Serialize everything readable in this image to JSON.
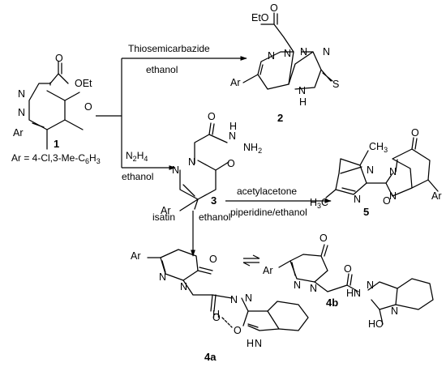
{
  "compounds": {
    "c1": {
      "number": "1",
      "atoms": {
        "oxygen_carbonyl": "O",
        "ester": "OEt",
        "n1": "N",
        "n2": "N",
        "ring_oxygen": "O",
        "aryl": "Ar"
      }
    },
    "c2": {
      "number": "2",
      "atoms": {
        "ester": "EtO",
        "carbonyl": "O",
        "n_ring": "N",
        "n_link": "N",
        "n_tr1": "N",
        "n_tr2": "N",
        "aryl": "Ar",
        "nh": "N",
        "h": "H",
        "thione": "S"
      }
    },
    "c3": {
      "number": "3",
      "atoms": {
        "carbonyl": "O",
        "nh": "N",
        "h": "H",
        "nh2": "NH",
        "nh2_sub": "2",
        "n1": "N",
        "n2": "N",
        "ring_oxygen": "O",
        "aryl": "Ar"
      }
    },
    "c4a": {
      "number": "4a",
      "atoms": {
        "aryl": "Ar",
        "ring_oxygen": "O",
        "n1": "N",
        "n2": "N",
        "amide_o": "O",
        "n_h": "N",
        "hydrazone_n": "N",
        "h": "H",
        "indole_o": "O",
        "nh": "N",
        "nh_h": "H"
      }
    },
    "c4b": {
      "number": "4b",
      "atoms": {
        "ring_oxygen": "O",
        "aryl": "Ar",
        "n1": "N",
        "n2": "N",
        "amide_o": "O",
        "n_h": "N",
        "h": "H",
        "hydrazone_n": "N",
        "oh": "HO",
        "indole_n": "N"
      }
    },
    "c5": {
      "number": "5",
      "atoms": {
        "ch3_top": "CH",
        "ch3_top_sub": "3",
        "ring_oxygen": "O",
        "n_pz1": "N",
        "n_pz2": "N",
        "n_pd1": "N",
        "n_pd2": "N",
        "h3c": "H",
        "h3c_sub": "3",
        "h3c_c": "C",
        "amide_o": "O",
        "aryl": "Ar"
      }
    }
  },
  "definitions": {
    "ar_prefix": "Ar = 4-Cl,3-Me-C",
    "ar_sub1": "6",
    "ar_mid": "H",
    "ar_sub2": "3"
  },
  "conditions": {
    "to_2_above": "Thiosemicarbazide",
    "to_2_below": "ethanol",
    "to_3_reagent": "N",
    "to_3_reagent_sub1": "2",
    "to_3_reagent_h": "H",
    "to_3_reagent_sub2": "4",
    "to_3_below": "ethanol",
    "to_5_above": "acetylacetone",
    "to_5_below": "piperidine/ethanol",
    "to_4_reagent": "isatin",
    "to_4_solvent": "ethanol"
  }
}
